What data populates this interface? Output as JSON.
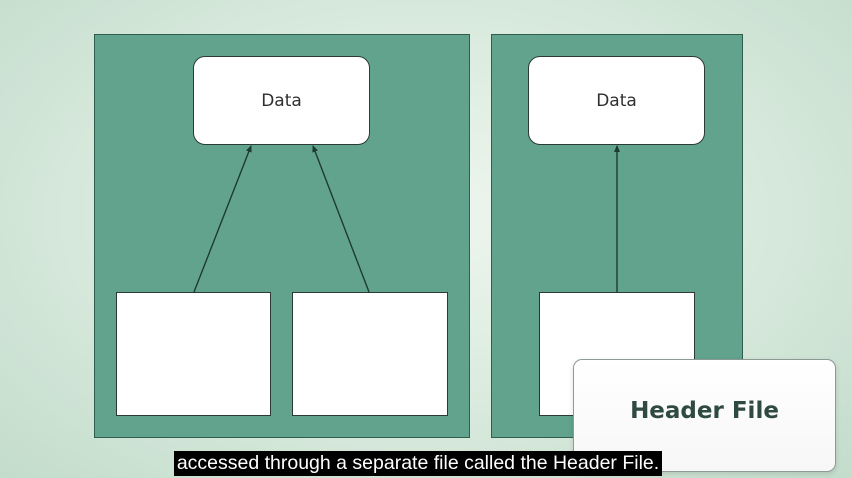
{
  "diagram": {
    "left_panel": {
      "data_label": "Data"
    },
    "right_panel": {
      "data_label": "Data"
    },
    "header_file_label": "Header File"
  },
  "caption": "accessed through a separate file called the Header File.",
  "colors": {
    "panel": "#62a38e",
    "panel_border": "#2f5e4f",
    "box_fill": "#ffffff",
    "arrow": "#1f3a31",
    "header_file_text": "#2e4a41",
    "caption_bg": "#000000",
    "caption_text": "#ffffff"
  }
}
